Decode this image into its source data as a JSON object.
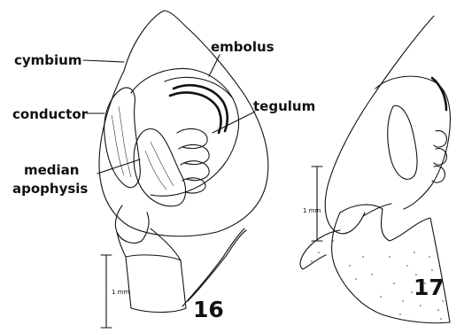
{
  "labels": {
    "cymbium": "cymbium",
    "embolus": "embolus",
    "tegulum": "tegulum",
    "conductor": "conductor",
    "median_line1": "median",
    "median_line2": "apophysis"
  },
  "scale_bars": {
    "fig16": "1 mm",
    "fig17": "1 mm"
  },
  "figure_numbers": {
    "fig16": "16",
    "fig17": "17"
  },
  "colors": {
    "ink": "#111111",
    "background": "#ffffff"
  }
}
